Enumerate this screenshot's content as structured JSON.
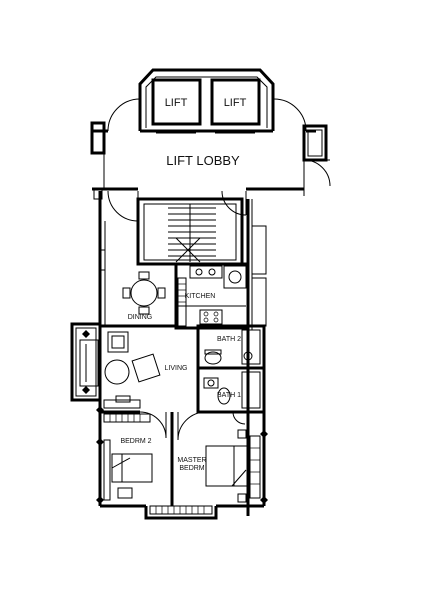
{
  "labels": {
    "lift_1": "LIFT",
    "lift_2": "LIFT",
    "lift_lobby": "LIFT LOBBY",
    "kitchen": "KITCHEN",
    "dining": "DINING",
    "living": "LIVING",
    "bath_2": "BATH 2",
    "bath_1": "BATH 1",
    "bedroom_2": "BEDRM 2",
    "master_line1": "MASTER",
    "master_line2": "BEDRM"
  }
}
